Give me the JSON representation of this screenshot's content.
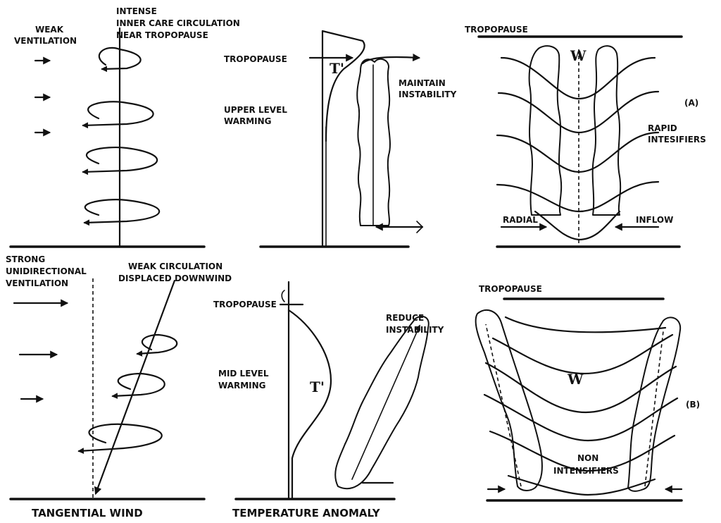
{
  "panel_a": {
    "wind": {
      "weak_ventilation": [
        "WEAK",
        "VENTILATION"
      ],
      "intense_circulation": [
        "INTENSE",
        "INNER CARE CIRCULATION",
        "NEAR TROPOPAUSE"
      ]
    },
    "temperature": {
      "tropopause": "TROPOPAUSE",
      "t_symbol": "T'",
      "upper_level_warming": [
        "UPPER LEVEL",
        "WARMING"
      ],
      "maintain_instability": [
        "MAINTAIN",
        "INSTABILITY"
      ]
    },
    "cross_section": {
      "tropopause": "TROPOPAUSE",
      "w": "W",
      "panel_tag": "(A)",
      "rapid_intensifiers": [
        "RAPID",
        "INTESIFIERS"
      ],
      "radial": "RADIAL",
      "inflow": "INFLOW"
    }
  },
  "panel_b": {
    "wind": {
      "strong_ventilation": [
        "STRONG",
        "UNIDIRECTIONAL",
        "VENTILATION"
      ],
      "weak_circulation": [
        "WEAK CIRCULATION",
        "DISPLACED DOWNWIND"
      ]
    },
    "temperature": {
      "tropopause": "TROPOPAUSE",
      "t_symbol": "T'",
      "mid_level_warming": [
        "MID LEVEL",
        "WARMING"
      ],
      "reduce_instability": [
        "REDUCE",
        "INSTABILITY"
      ]
    },
    "cross_section": {
      "tropopause": "TROPOPAUSE",
      "w": "W",
      "panel_tag": "(B)",
      "non_intensifiers": [
        "NON",
        "INTENSIFIERS"
      ]
    }
  },
  "captions": {
    "tangential_wind": "TANGENTIAL WIND",
    "temperature_anomaly": "TEMPERATURE ANOMALY"
  }
}
